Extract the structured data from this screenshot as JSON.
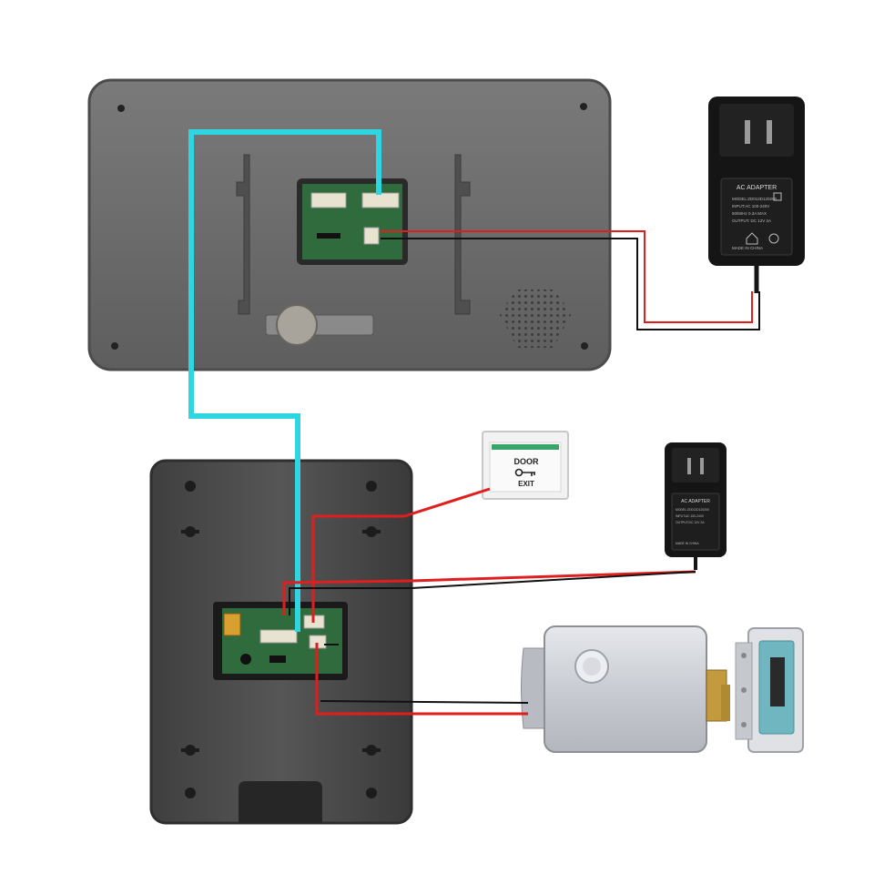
{
  "diagram": {
    "components": {
      "monitor": {
        "name": "indoor-monitor"
      },
      "doorbell": {
        "name": "outdoor-doorbell-unit"
      },
      "adapter_monitor": {
        "lines": [
          "AC ADAPTER",
          "MODEL:ZD012D120200",
          "INPUT:AC 100-240V",
          "50/60Hz 0.3A MAX",
          "OUTPUT: DC 12V 2A",
          "MADE IN CHINA"
        ]
      },
      "adapter_lock": {
        "lines": [
          "AC ADAPTER",
          "MODEL:ZD012D120200",
          "INPUT:AC 100-240V",
          "OUTPUT:DC 12V 2A",
          "MADE IN CHINA"
        ]
      },
      "exit_button": {
        "line1": "DOOR",
        "line2": "EXIT"
      },
      "electric_lock": {
        "name": "electric-lock"
      },
      "lock_strike": {
        "name": "lock-strike-plate"
      }
    },
    "wire_colors": {
      "signal": "#2ed6e2",
      "positive": "#e01e1e",
      "negative": "#111111"
    },
    "device_colors": {
      "monitor_body": "#6e6e6e",
      "doorbell_body": "#4a4a4a",
      "pcb": "#2f6b3c",
      "adapter": "#151515",
      "lock_body": "#d4d7dc",
      "strike_accent": "#6fb6c0"
    }
  }
}
